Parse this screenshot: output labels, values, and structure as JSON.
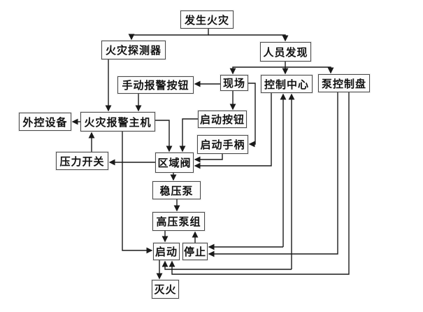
{
  "diagram": {
    "description": "fire-protection-system-flowchart",
    "colors": {
      "background": "#ffffff",
      "line": "#1a1a1a",
      "box_border": "#4a4a4a",
      "box_fill": "#fcfcfc",
      "text": "#111111"
    },
    "nodes": {
      "fire_occurs": {
        "label": "发生火灾"
      },
      "fire_detector": {
        "label": "火灾探测器"
      },
      "personnel_discover": {
        "label": "人员发现"
      },
      "manual_alarm_button": {
        "label": "手动报警按钮"
      },
      "scene": {
        "label": "现场"
      },
      "control_center": {
        "label": "控制中心"
      },
      "pump_control_panel": {
        "label": "泵控制盘"
      },
      "external_control_equipment": {
        "label": "外控设备"
      },
      "fire_alarm_host": {
        "label": "火灾报警主机"
      },
      "start_button": {
        "label": "启动按钮"
      },
      "start_handle": {
        "label": "启动手柄"
      },
      "pressure_switch": {
        "label": "压力开关"
      },
      "zone_valve": {
        "label": "区域阀"
      },
      "stabilizing_pump": {
        "label": "稳压泵"
      },
      "high_pressure_pump_group": {
        "label": "高压泵组"
      },
      "start": {
        "label": "启动"
      },
      "stop": {
        "label": "停止"
      },
      "extinguish": {
        "label": "灭火"
      }
    },
    "edges": [
      {
        "from": "fire_occurs",
        "to": "fire_detector"
      },
      {
        "from": "fire_occurs",
        "to": "personnel_discover"
      },
      {
        "from": "personnel_discover",
        "to": "scene"
      },
      {
        "from": "personnel_discover",
        "to": "control_center"
      },
      {
        "from": "personnel_discover",
        "to": "pump_control_panel"
      },
      {
        "from": "scene",
        "to": "manual_alarm_button"
      },
      {
        "from": "scene",
        "to": "start_button"
      },
      {
        "from": "scene",
        "to": "start_handle"
      },
      {
        "from": "fire_detector",
        "to": "fire_alarm_host"
      },
      {
        "from": "manual_alarm_button",
        "to": "fire_alarm_host"
      },
      {
        "from": "fire_alarm_host",
        "to": "external_control_equipment"
      },
      {
        "from": "pressure_switch",
        "to": "fire_alarm_host"
      },
      {
        "from": "fire_alarm_host",
        "to": "zone_valve"
      },
      {
        "from": "start_button",
        "to": "zone_valve"
      },
      {
        "from": "start_handle",
        "to": "zone_valve"
      },
      {
        "from": "control_center",
        "to": "zone_valve"
      },
      {
        "from": "zone_valve",
        "to": "pressure_switch"
      },
      {
        "from": "zone_valve",
        "to": "stabilizing_pump"
      },
      {
        "from": "stabilizing_pump",
        "to": "high_pressure_pump_group"
      },
      {
        "from": "high_pressure_pump_group",
        "to": "start"
      },
      {
        "from": "stop",
        "to": "high_pressure_pump_group"
      },
      {
        "from": "fire_alarm_host",
        "to": "start"
      },
      {
        "from": "start",
        "to": "extinguish"
      },
      {
        "from": "control_center",
        "to": "stop",
        "bidirectional": true
      },
      {
        "from": "control_center",
        "to": "start",
        "bidirectional": true
      },
      {
        "from": "pump_control_panel",
        "to": "stop"
      },
      {
        "from": "pump_control_panel",
        "to": "start"
      }
    ]
  }
}
